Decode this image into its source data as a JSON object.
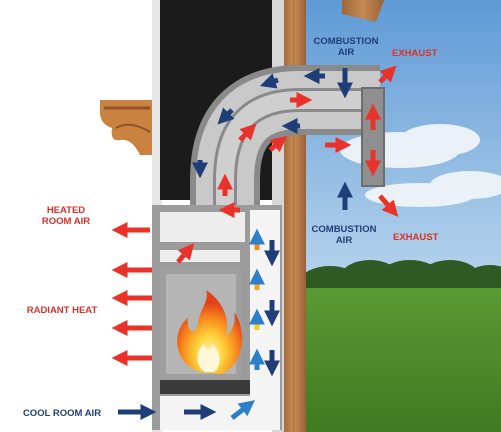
{
  "labels": {
    "combustion_air_top": [
      "COMBUSTION",
      "AIR"
    ],
    "exhaust_top": "EXHAUST",
    "heated_room_air": [
      "HEATED",
      "ROOM AIR"
    ],
    "combustion_air_bottom": [
      "COMBUSTION",
      "AIR"
    ],
    "exhaust_bottom": "EXHAUST",
    "radiant_heat": "RADIANT HEAT",
    "cool_room_air": "COOL ROOM AIR"
  },
  "colors": {
    "hot": "#e8322a",
    "cool": "#1f3e77",
    "label_red": "#d8322a",
    "label_blue": "#1f3e77",
    "pipe_outer": "#8a8a8a",
    "pipe_inner": "#c9c9c9",
    "wall_black": "#1b1b1b",
    "wood": "#b57a45",
    "sky": "#7fb2e0",
    "grass": "#4e8a2c"
  }
}
